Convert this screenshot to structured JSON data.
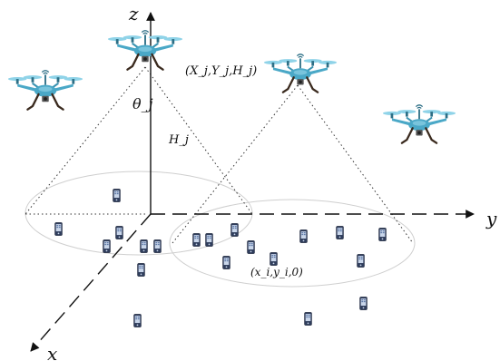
{
  "axes": {
    "z_label": "z",
    "y_label": "y",
    "x_label": "x"
  },
  "labels": {
    "uav_position": "(X_j,Y_j,H_j)",
    "angle": "θ_j",
    "height": "H_j",
    "user_position": "(x_i,y_i,0)"
  },
  "icons": {
    "uav": "quadcopter-drone-icon",
    "user": "mobile-phone-icon"
  },
  "colors": {
    "drone_body": "#4aa8c7",
    "drone_propeller": "#8fd3e8",
    "drone_legs": "#3a2a1e",
    "phone_body": "#2f3d5c",
    "phone_screen": "#c9d6ea",
    "coverage_circle": "#c8c8c8",
    "axis": "#111111"
  }
}
